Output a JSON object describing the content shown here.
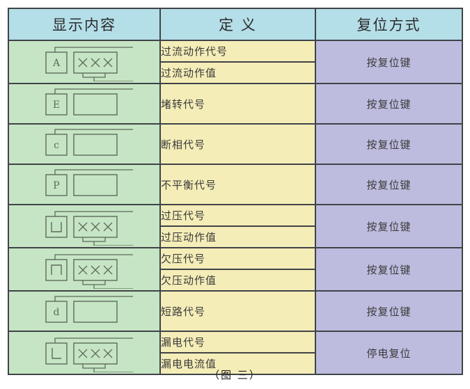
{
  "figure": {
    "caption": "（图 三）",
    "colors": {
      "header_bg": "#b4dee8",
      "display_col_bg": "#c6e5c4",
      "definition_col_bg": "#f5edb8",
      "reset_col_bg": "#bdbcdf",
      "border": "#3f4347",
      "glyph_stroke": "#5d6b5c",
      "text": "#3a3a3a"
    }
  },
  "table": {
    "headers": {
      "display": "显示内容",
      "definition": "定 义",
      "reset": "复位方式"
    },
    "rows": [
      {
        "glyph": {
          "letter": "A",
          "letter_kind": "text",
          "value_box": "xxx",
          "value_marks": "× × ×",
          "has_bottom_connector": true
        },
        "definitions": [
          "过流动作代号",
          "过流动作值"
        ],
        "reset": "按复位键"
      },
      {
        "glyph": {
          "letter": "E",
          "letter_kind": "text",
          "value_box": "empty",
          "value_marks": "",
          "has_bottom_connector": false
        },
        "definitions": [
          "堵转代号"
        ],
        "reset": "按复位键"
      },
      {
        "glyph": {
          "letter": "c",
          "letter_kind": "text",
          "value_box": "empty",
          "value_marks": "",
          "has_bottom_connector": false
        },
        "definitions": [
          "断相代号"
        ],
        "reset": "按复位键"
      },
      {
        "glyph": {
          "letter": "P",
          "letter_kind": "text",
          "value_box": "empty",
          "value_marks": "",
          "has_bottom_connector": false
        },
        "definitions": [
          "不平衡代号"
        ],
        "reset": "按复位键"
      },
      {
        "glyph": {
          "letter": "U",
          "letter_kind": "u-shape",
          "value_box": "xxx",
          "value_marks": "× × ×",
          "has_bottom_connector": true
        },
        "definitions": [
          "过压代号",
          "过压动作值"
        ],
        "reset": "按复位键"
      },
      {
        "glyph": {
          "letter": "n",
          "letter_kind": "n-shape",
          "value_box": "xxx",
          "value_marks": "× × ×",
          "has_bottom_connector": true
        },
        "definitions": [
          "欠压代号",
          "欠压动作值"
        ],
        "reset": "按复位键"
      },
      {
        "glyph": {
          "letter": "d",
          "letter_kind": "text",
          "value_box": "empty",
          "value_marks": "",
          "has_bottom_connector": false
        },
        "definitions": [
          "短路代号"
        ],
        "reset": "按复位键"
      },
      {
        "glyph": {
          "letter": "L",
          "letter_kind": "l-shape",
          "value_box": "xxx",
          "value_marks": "× × ×",
          "has_bottom_connector": true
        },
        "definitions": [
          "漏电代号",
          "漏电电流值"
        ],
        "reset": "停电复位"
      }
    ]
  }
}
